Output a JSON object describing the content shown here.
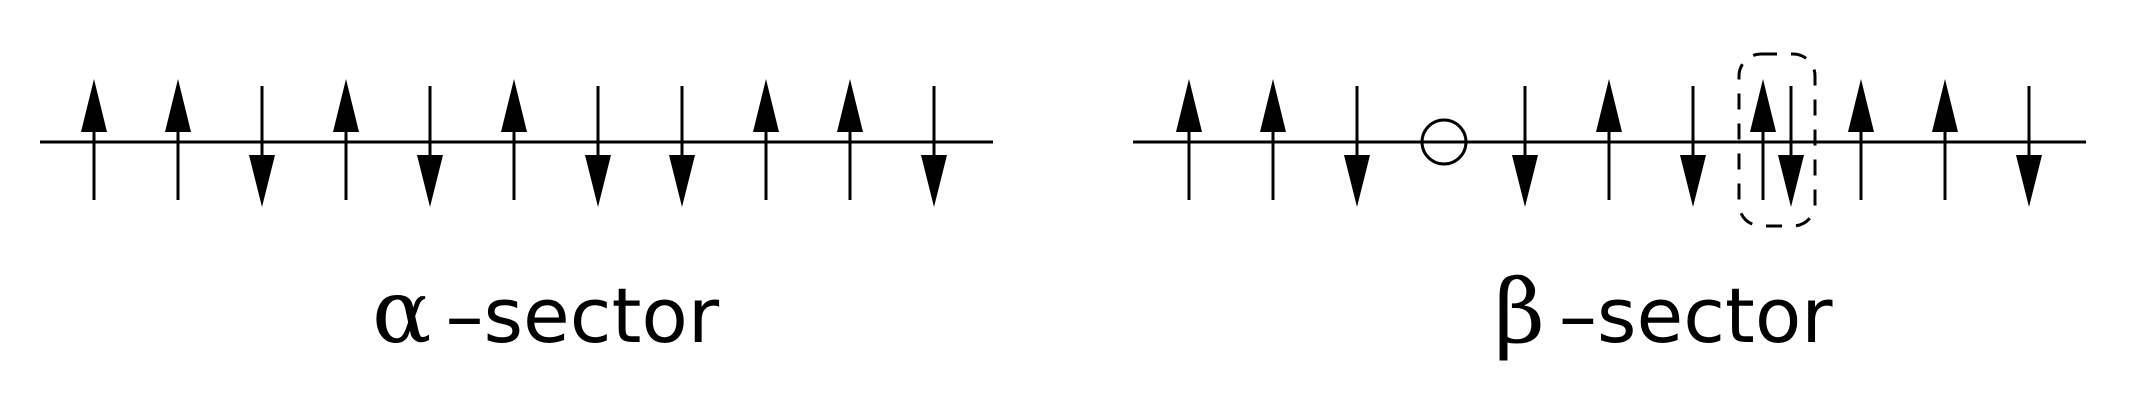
{
  "colors": {
    "ink": "#000000",
    "background": "#ffffff"
  },
  "sectors": [
    {
      "id": "alpha",
      "symbol": "α",
      "label": "–sector",
      "sites": [
        "up",
        "up",
        "down",
        "up",
        "down",
        "up",
        "down",
        "down",
        "up",
        "up",
        "down"
      ]
    },
    {
      "id": "beta",
      "symbol": "β",
      "label": "–sector",
      "sites": [
        "up",
        "up",
        "down",
        "hole",
        "down",
        "up",
        "down",
        "up",
        "down",
        "up",
        "up",
        "down"
      ],
      "highlighted_pair": [
        7,
        8
      ]
    }
  ]
}
